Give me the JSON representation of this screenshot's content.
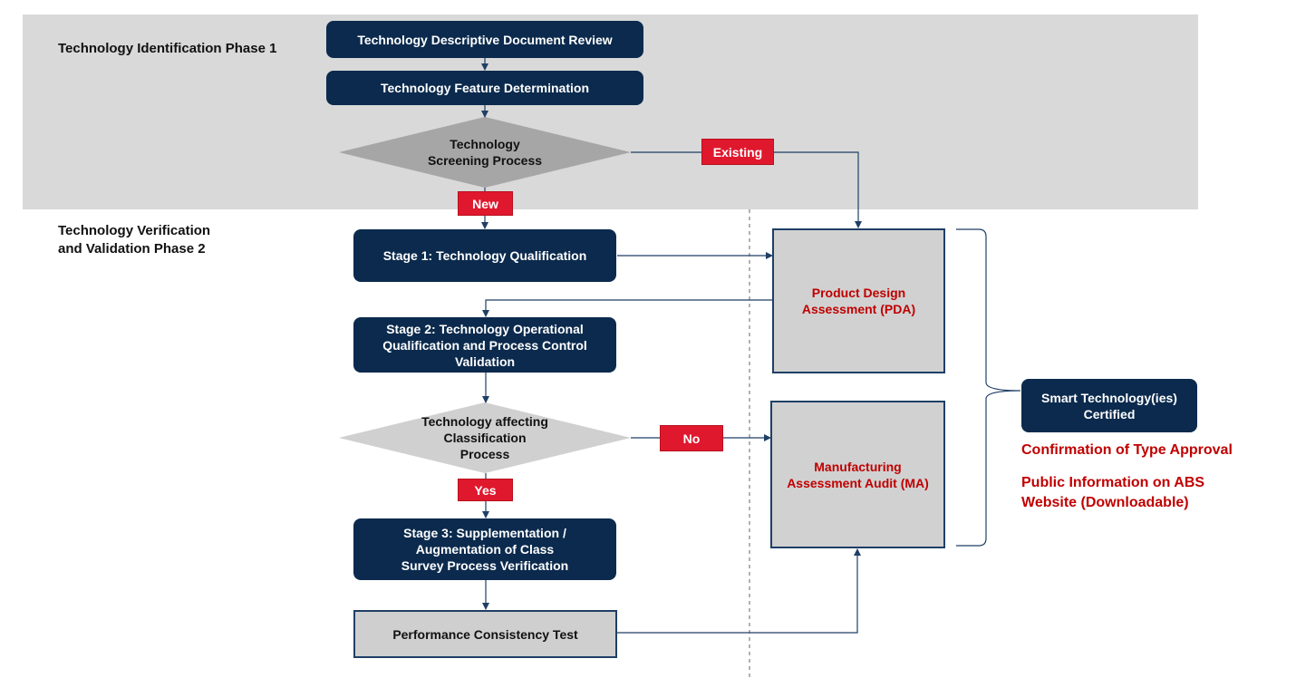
{
  "phases": {
    "phase1_label": "Technology Identification Phase 1",
    "phase2_label": "Technology Verification\nand Validation Phase 2"
  },
  "nodes": {
    "doc_review": "Technology Descriptive Document Review",
    "feature_determination": "Technology Feature Determination",
    "screening": "Technology\nScreening Process",
    "stage1": "Stage 1: Technology Qualification",
    "stage2": "Stage 2: Technology Operational\nQualification and Process Control\nValidation",
    "classification": "Technology affecting\nClassification\nProcess",
    "stage3": "Stage 3: Supplementation /\nAugmentation of Class\nSurvey Process Verification",
    "performance_test": "Performance Consistency Test",
    "pda": "Product Design\nAssessment (PDA)",
    "ma": "Manufacturing\nAssessment Audit (MA)",
    "certified": "Smart Technology(ies)\nCertified"
  },
  "edge_labels": {
    "existing": "Existing",
    "new": "New",
    "no": "No",
    "yes": "Yes"
  },
  "outcomes": {
    "type_approval": "Confirmation of Type Approval",
    "public_info": "Public Information on ABS\nWebsite (Downloadable)"
  },
  "colors": {
    "navy": "#0b2a4d",
    "band": "#d9d9d9",
    "tag_red": "#e0182d",
    "text_red": "#c00000",
    "line": "#1f3f66"
  }
}
